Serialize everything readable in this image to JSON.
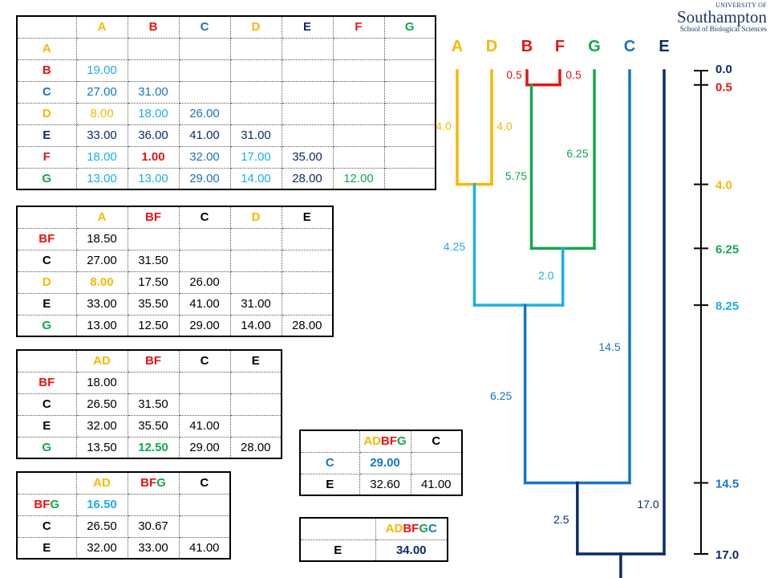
{
  "logo": {
    "line1": "UNIVERSITY OF",
    "line2": "Southampton",
    "line3": "School of Biological Sciences"
  },
  "colors": {
    "A": "#f6b800",
    "D": "#f6b800",
    "B": "#e61414",
    "F": "#e61414",
    "G": "#13a84c",
    "C": "#1a75c1",
    "E": "#0d2a6b",
    "AD_BFG": "#1eaee8"
  },
  "tables": {
    "t1": {
      "headers": [
        "A",
        "B",
        "C",
        "D",
        "E",
        "F",
        "G"
      ],
      "rows": [
        {
          "label": "A",
          "cells": [
            "",
            "",
            "",
            "",
            "",
            "",
            ""
          ]
        },
        {
          "label": "B",
          "cells": [
            "19.00",
            "",
            "",
            "",
            "",
            "",
            ""
          ]
        },
        {
          "label": "C",
          "cells": [
            "27.00",
            "31.00",
            "",
            "",
            "",
            "",
            ""
          ]
        },
        {
          "label": "D",
          "cells": [
            "8.00",
            "18.00",
            "26.00",
            "",
            "",
            "",
            ""
          ]
        },
        {
          "label": "E",
          "cells": [
            "33.00",
            "36.00",
            "41.00",
            "31.00",
            "",
            "",
            ""
          ]
        },
        {
          "label": "F",
          "cells": [
            "18.00",
            "1.00",
            "32.00",
            "17.00",
            "35.00",
            "",
            ""
          ]
        },
        {
          "label": "G",
          "cells": [
            "13.00",
            "13.00",
            "29.00",
            "14.00",
            "28.00",
            "12.00",
            ""
          ]
        }
      ]
    },
    "t2": {
      "headers": [
        "A",
        "BF",
        "C",
        "D",
        "E"
      ],
      "rows": [
        {
          "label": "BF",
          "cells": [
            "18.50",
            "",
            "",
            "",
            ""
          ]
        },
        {
          "label": "C",
          "cells": [
            "27.00",
            "31.50",
            "",
            "",
            ""
          ]
        },
        {
          "label": "D",
          "cells": [
            "8.00",
            "17.50",
            "26.00",
            "",
            ""
          ]
        },
        {
          "label": "E",
          "cells": [
            "33.00",
            "35.50",
            "41.00",
            "31.00",
            ""
          ]
        },
        {
          "label": "G",
          "cells": [
            "13.00",
            "12.50",
            "29.00",
            "14.00",
            "28.00"
          ]
        }
      ]
    },
    "t3": {
      "headers": [
        "AD",
        "BF",
        "C",
        "E"
      ],
      "rows": [
        {
          "label": "BF",
          "cells": [
            "18.00",
            "",
            "",
            ""
          ]
        },
        {
          "label": "C",
          "cells": [
            "26.50",
            "31.50",
            "",
            ""
          ]
        },
        {
          "label": "E",
          "cells": [
            "32.00",
            "35.50",
            "41.00",
            ""
          ]
        },
        {
          "label": "G",
          "cells": [
            "13.50",
            "12.50",
            "29.00",
            "28.00"
          ]
        }
      ]
    },
    "t4": {
      "headers": [
        "AD",
        "BFG",
        "C"
      ],
      "rows": [
        {
          "label": "BFG",
          "cells": [
            "16.50",
            "",
            ""
          ]
        },
        {
          "label": "C",
          "cells": [
            "26.50",
            "30.67",
            ""
          ]
        },
        {
          "label": "E",
          "cells": [
            "32.00",
            "33.00",
            "41.00"
          ]
        }
      ]
    },
    "t5": {
      "headers": [
        "ADBFG",
        "C"
      ],
      "rows": [
        {
          "label": "C",
          "cells": [
            "29.00",
            ""
          ]
        },
        {
          "label": "E",
          "cells": [
            "32.60",
            "41.00"
          ]
        }
      ]
    },
    "t6": {
      "headers": [
        "ADBFGC"
      ],
      "rows": [
        {
          "label": "E",
          "cells": [
            "34.00"
          ]
        }
      ]
    }
  },
  "tree": {
    "leaves": [
      "A",
      "D",
      "B",
      "F",
      "G",
      "C",
      "E"
    ],
    "branch_labels": {
      "A": "4.0",
      "D": "4.0",
      "B": "0.5",
      "F": "0.5",
      "BF": "5.75",
      "G": "6.25",
      "AD": "4.25",
      "BFG": "2.0",
      "ADBFG": "6.25",
      "C": "14.5",
      "ADBFGC": "2.5",
      "E": "17.0"
    }
  },
  "scale": {
    "ticks": [
      {
        "value": 0.0,
        "label": "0.0",
        "color": "#0d2a6b"
      },
      {
        "value": 0.5,
        "label": "0.5",
        "color": "#e61414"
      },
      {
        "value": 4.0,
        "label": "4.0",
        "color": "#f6b800"
      },
      {
        "value": 6.25,
        "label": "6.25",
        "color": "#13a84c"
      },
      {
        "value": 8.25,
        "label": "8.25",
        "color": "#1eaee8"
      },
      {
        "value": 14.5,
        "label": "14.5",
        "color": "#1a75c1"
      },
      {
        "value": 17.0,
        "label": "17.0",
        "color": "#0d2a6b"
      }
    ]
  }
}
